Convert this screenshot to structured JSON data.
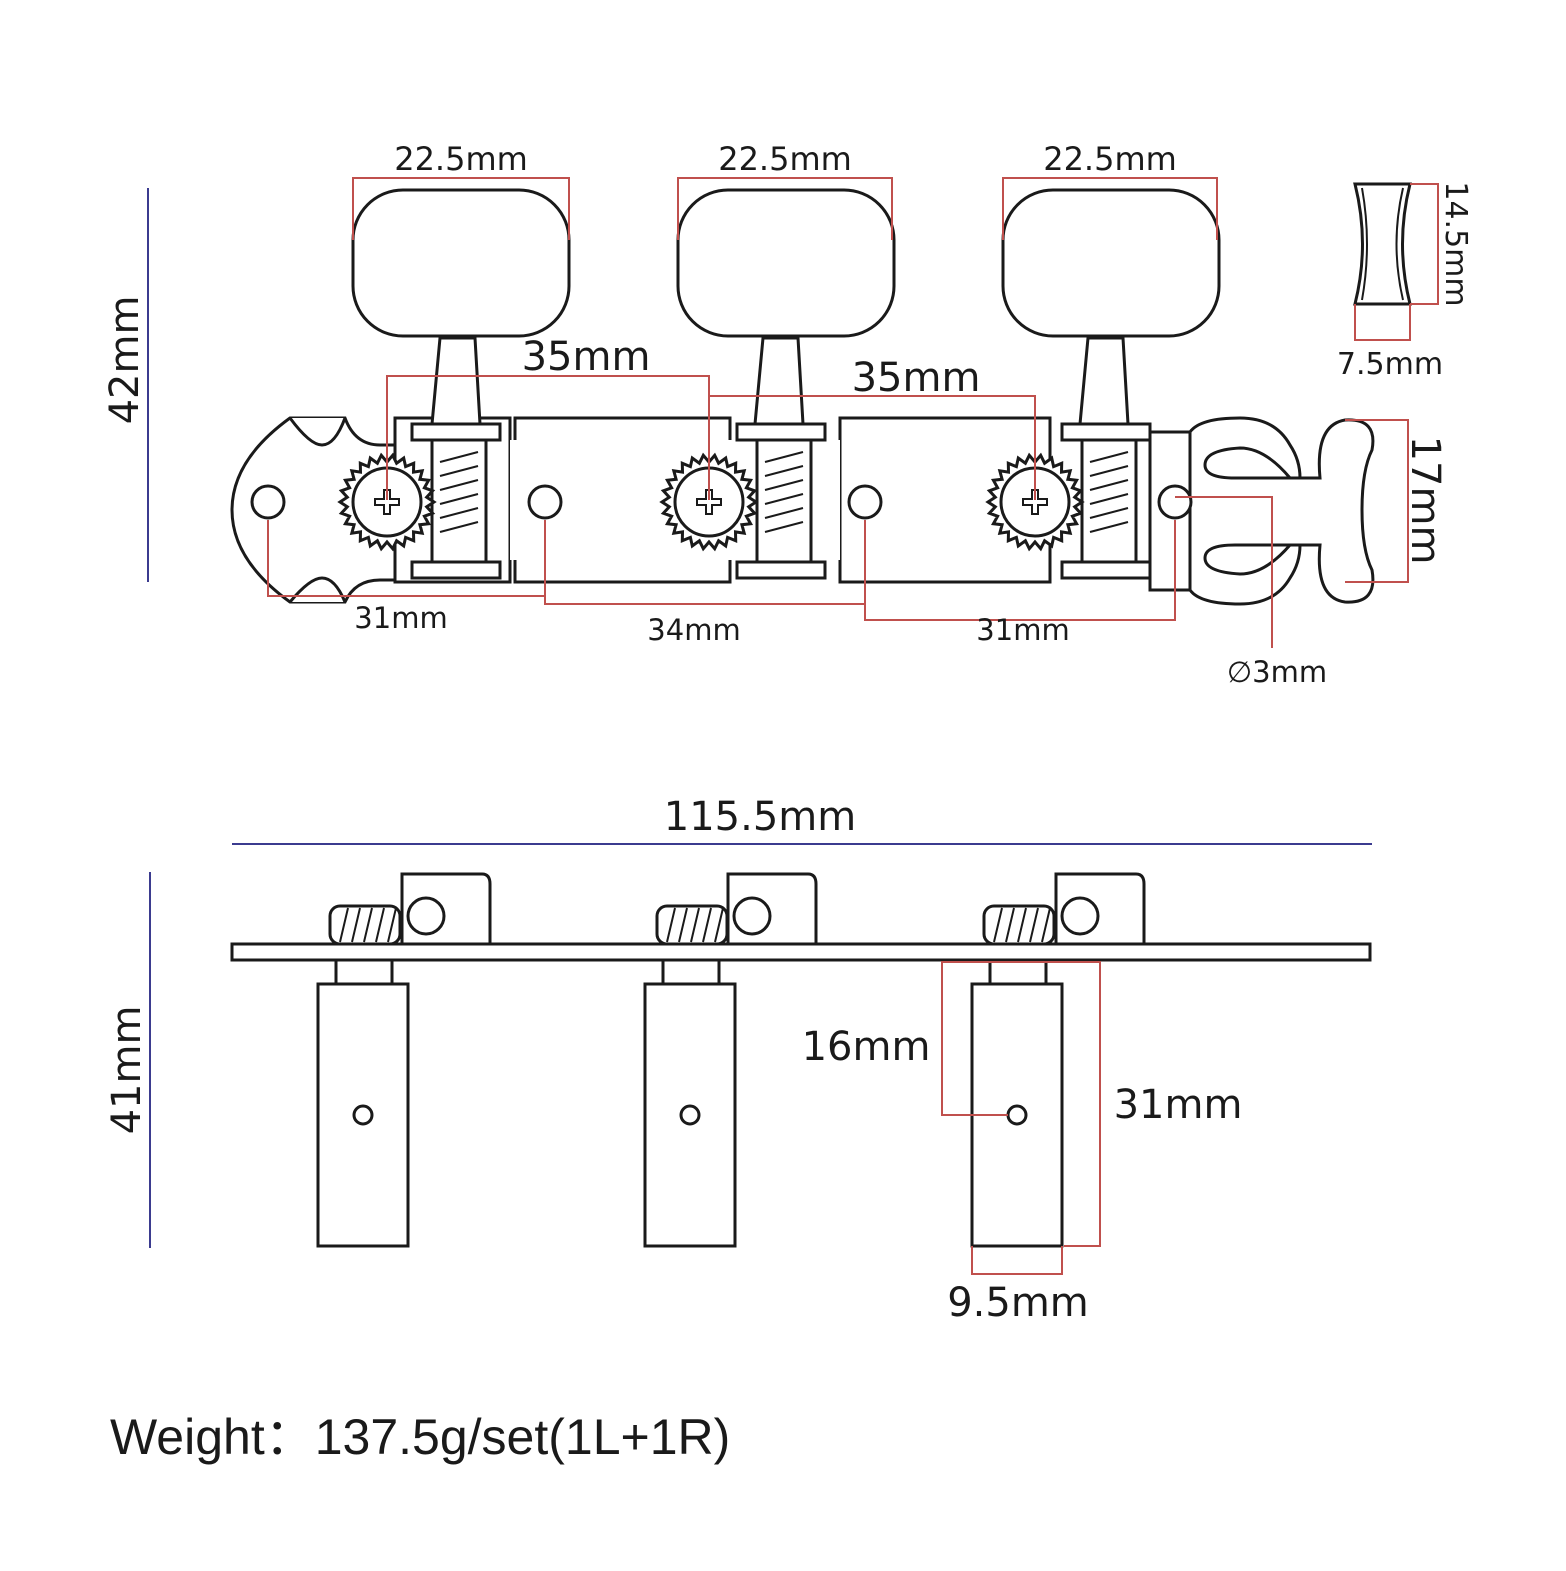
{
  "top_view": {
    "knob_width": "22.5mm",
    "post_spacing_1": "35mm",
    "post_spacing_2": "35mm",
    "overall_height": "42mm",
    "hole_spacing_1": "31mm",
    "hole_spacing_2": "34mm",
    "hole_spacing_3": "31mm",
    "hole_diameter": "∅3mm",
    "end_height": "17mm",
    "knob_thickness": "14.5mm",
    "knob_side_width": "7.5mm"
  },
  "side_view": {
    "overall_length": "115.5mm",
    "overall_height": "41mm",
    "roller_hole_height": "16mm",
    "roller_length": "31mm",
    "roller_width": "9.5mm"
  },
  "footer": {
    "weight": "Weight：137.5g/set(1L+1R)"
  },
  "colors": {
    "dimension_red": "#c0504d",
    "dimension_blue": "#3b3b8f",
    "outline": "#1a1a1a"
  }
}
